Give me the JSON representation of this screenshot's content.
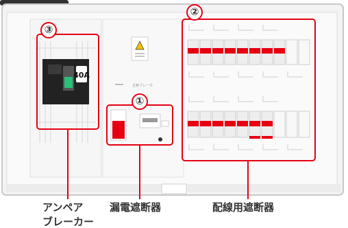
{
  "labels": {
    "ampere_breaker": "アンペア",
    "ampere_breaker_cont": "ブレーカー",
    "earth_leakage_breaker": "漏電遮断器",
    "wiring_breaker": "配線用遮断器"
  },
  "markers": {
    "ampere": "③",
    "leakage": "①",
    "wiring": "②"
  },
  "ampere_rating": "40A",
  "main_breaker_label": "主幹ブレーカ",
  "colors": {
    "accent_red": "#e60012",
    "panel_bg": "#ffffff",
    "breaker_body": "#222222",
    "outline": "#cfcfcf"
  }
}
